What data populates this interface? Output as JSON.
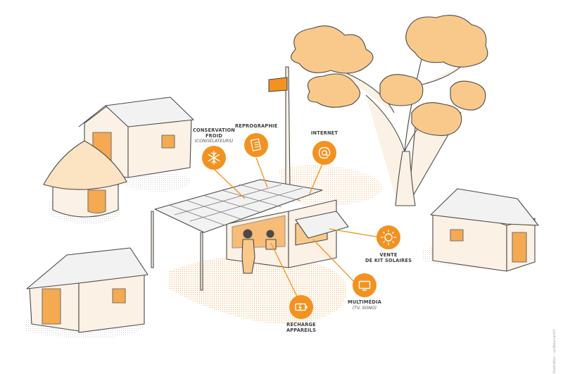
{
  "colors": {
    "accent": "#F39220",
    "accent_light": "#F9C98B",
    "accent_pale": "#FCE3C2",
    "line": "#4A4A4A",
    "wall": "#FBF1E4",
    "panel": "#F2F2F2"
  },
  "labels": {
    "conservation": {
      "line1": "CONSERVATION",
      "line2": "FROID",
      "sub": "(CONGÉLATEURS)"
    },
    "reprographie": {
      "line1": "REPROGRAPHIE"
    },
    "internet": {
      "line1": "INTERNET"
    },
    "vente": {
      "line1": "VENTE",
      "line2": "DE KIT SOLAIRES"
    },
    "multimedia": {
      "line1": "MULTIMÉDIA",
      "sub": "(TV, SONO)"
    },
    "recharge": {
      "line1": "RECHARGE",
      "line2": "APPAREILS"
    }
  },
  "icons": {
    "conservation": "snowflake-icon",
    "reprographie": "document-icon",
    "internet": "at-sign-icon",
    "vente": "sun-icon",
    "multimedia": "tv-icon",
    "recharge": "battery-icon"
  },
  "credit": "Illustration : cyrilbourcard.fr"
}
